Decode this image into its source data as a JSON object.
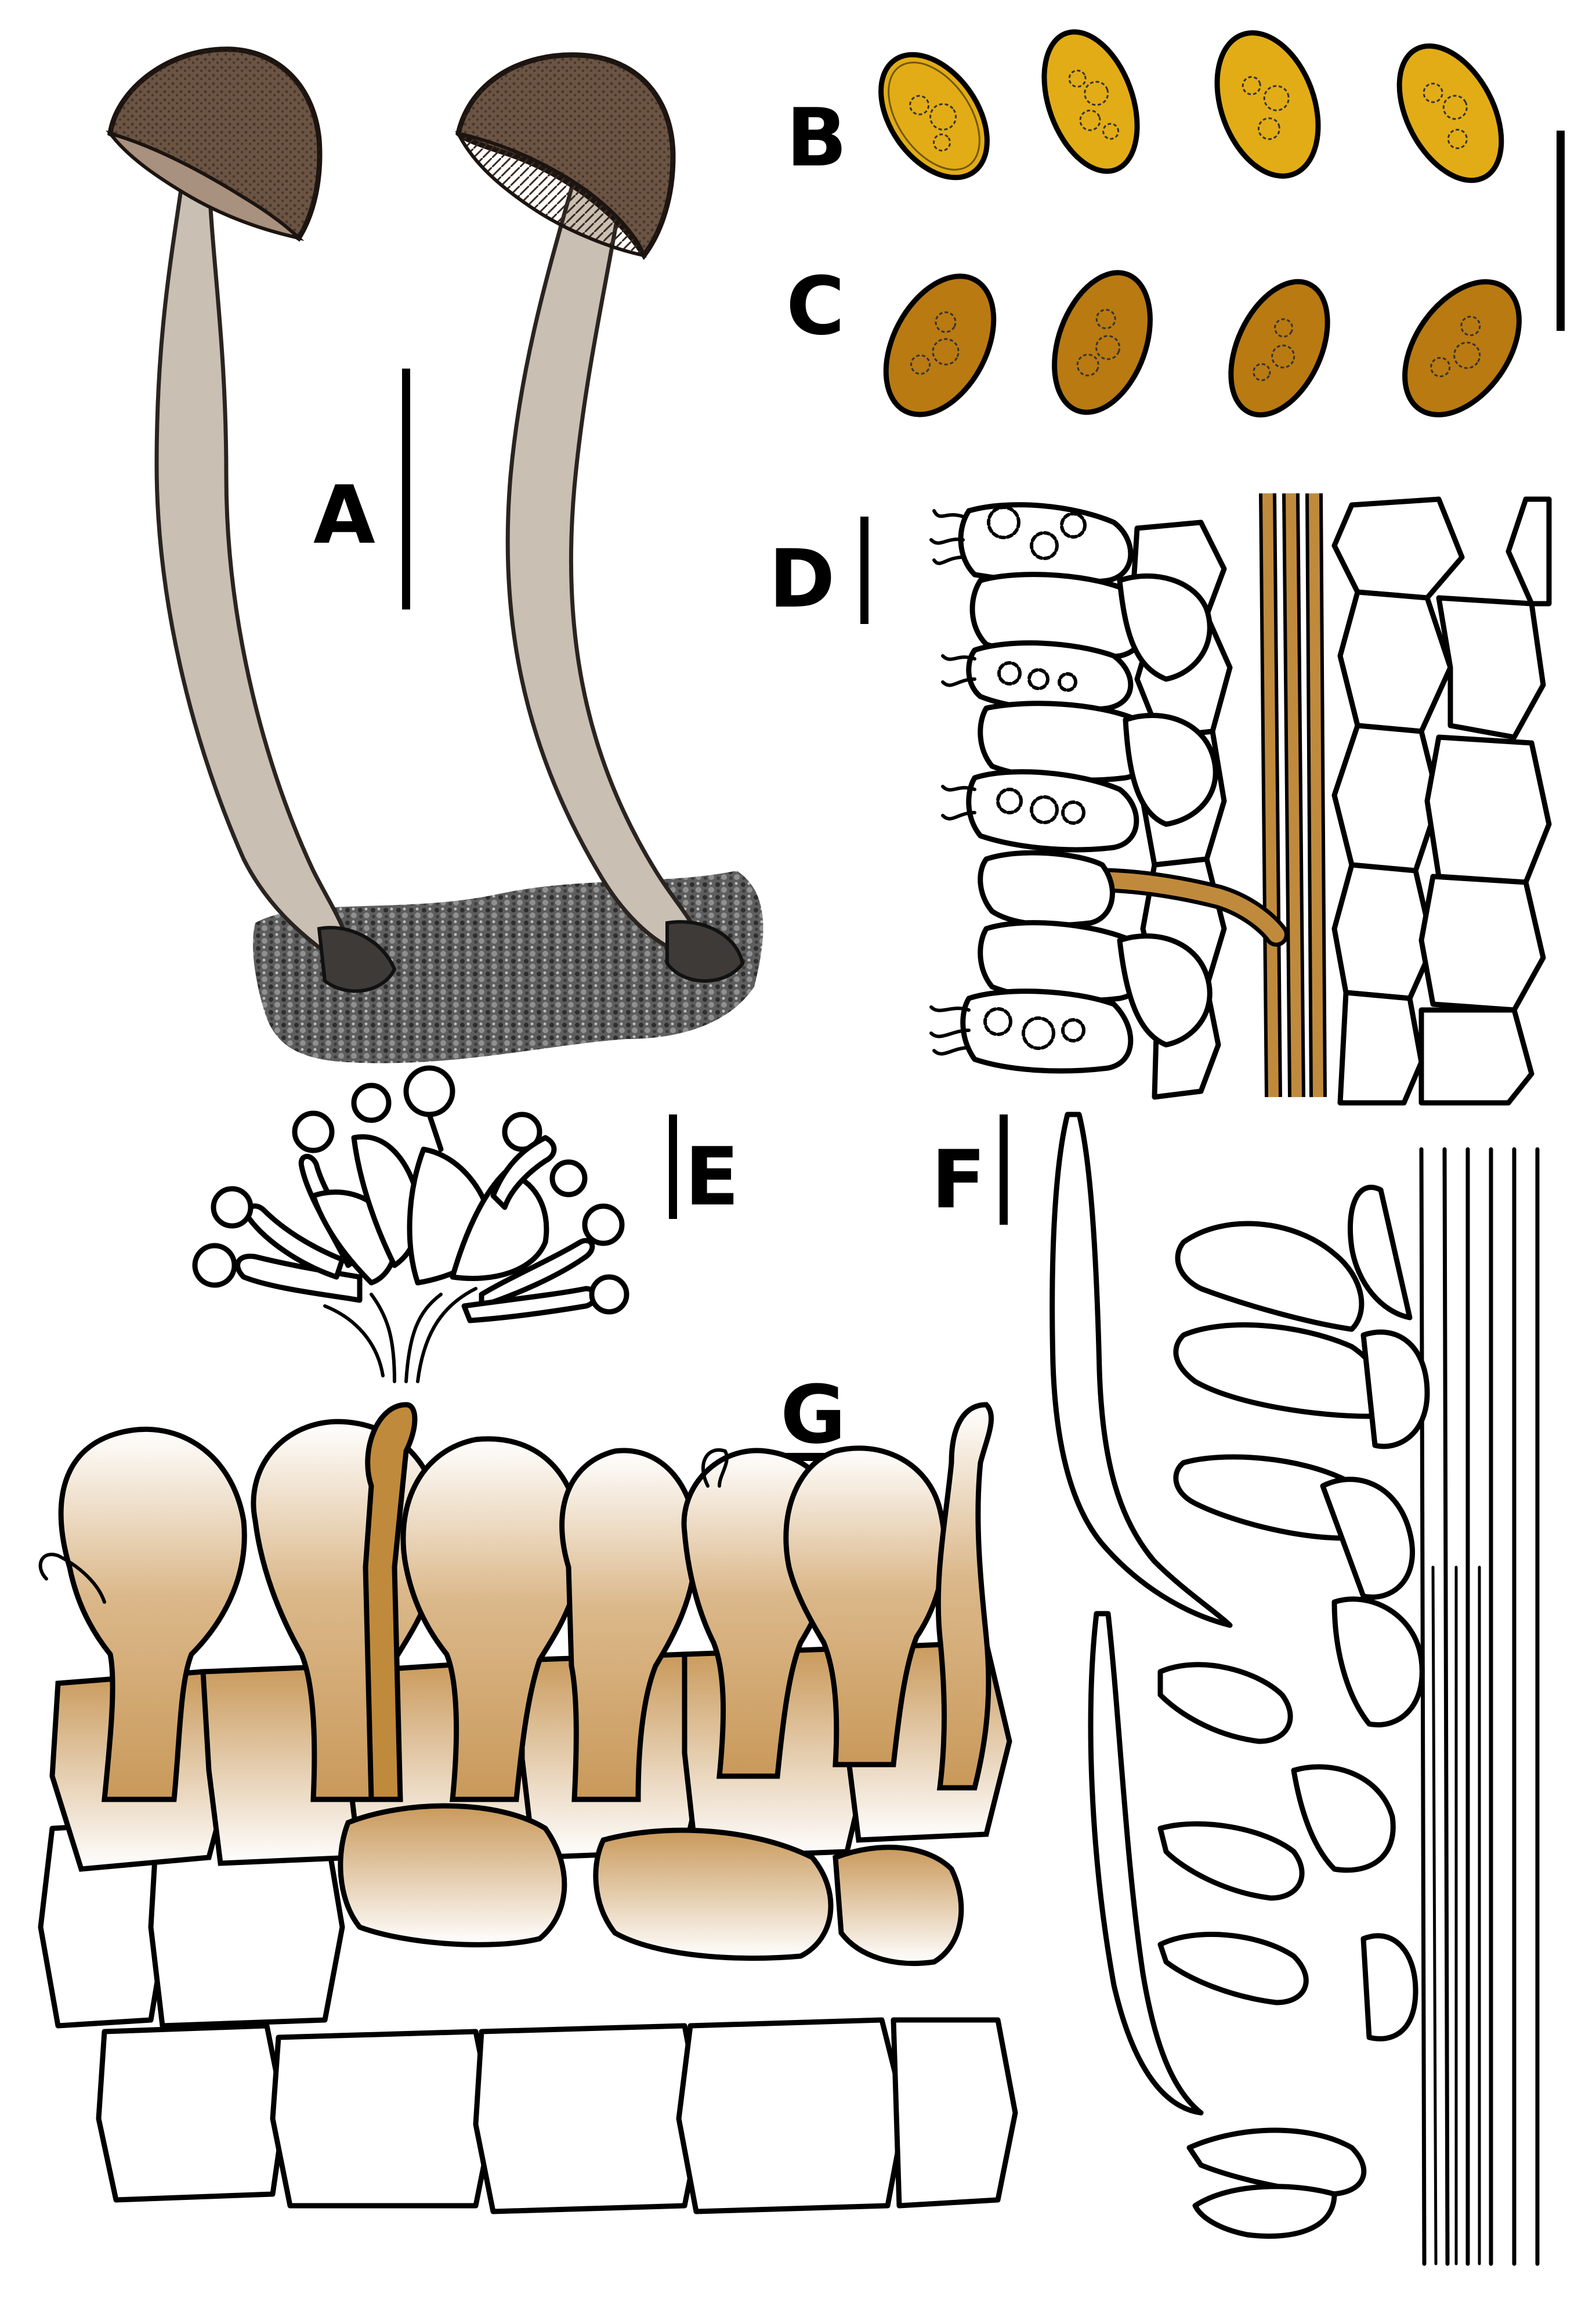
{
  "plate": {
    "labels": {
      "a": "A",
      "b": "B",
      "c": "C",
      "d": "D",
      "e": "E",
      "f": "F",
      "g": "G"
    }
  },
  "colors": {
    "background": "#ffffff",
    "outline": "#000000",
    "cap_brown": "#6b5443",
    "cap_light": "#a8917e",
    "stipe": "#c9bfb2",
    "substrate": "#4a4a4a",
    "spore_yellow": "#e2ac16",
    "spore_brown": "#b97a12",
    "hyphae_brown": "#c08a3c",
    "pileipellis_tint": "#d2ab73"
  }
}
